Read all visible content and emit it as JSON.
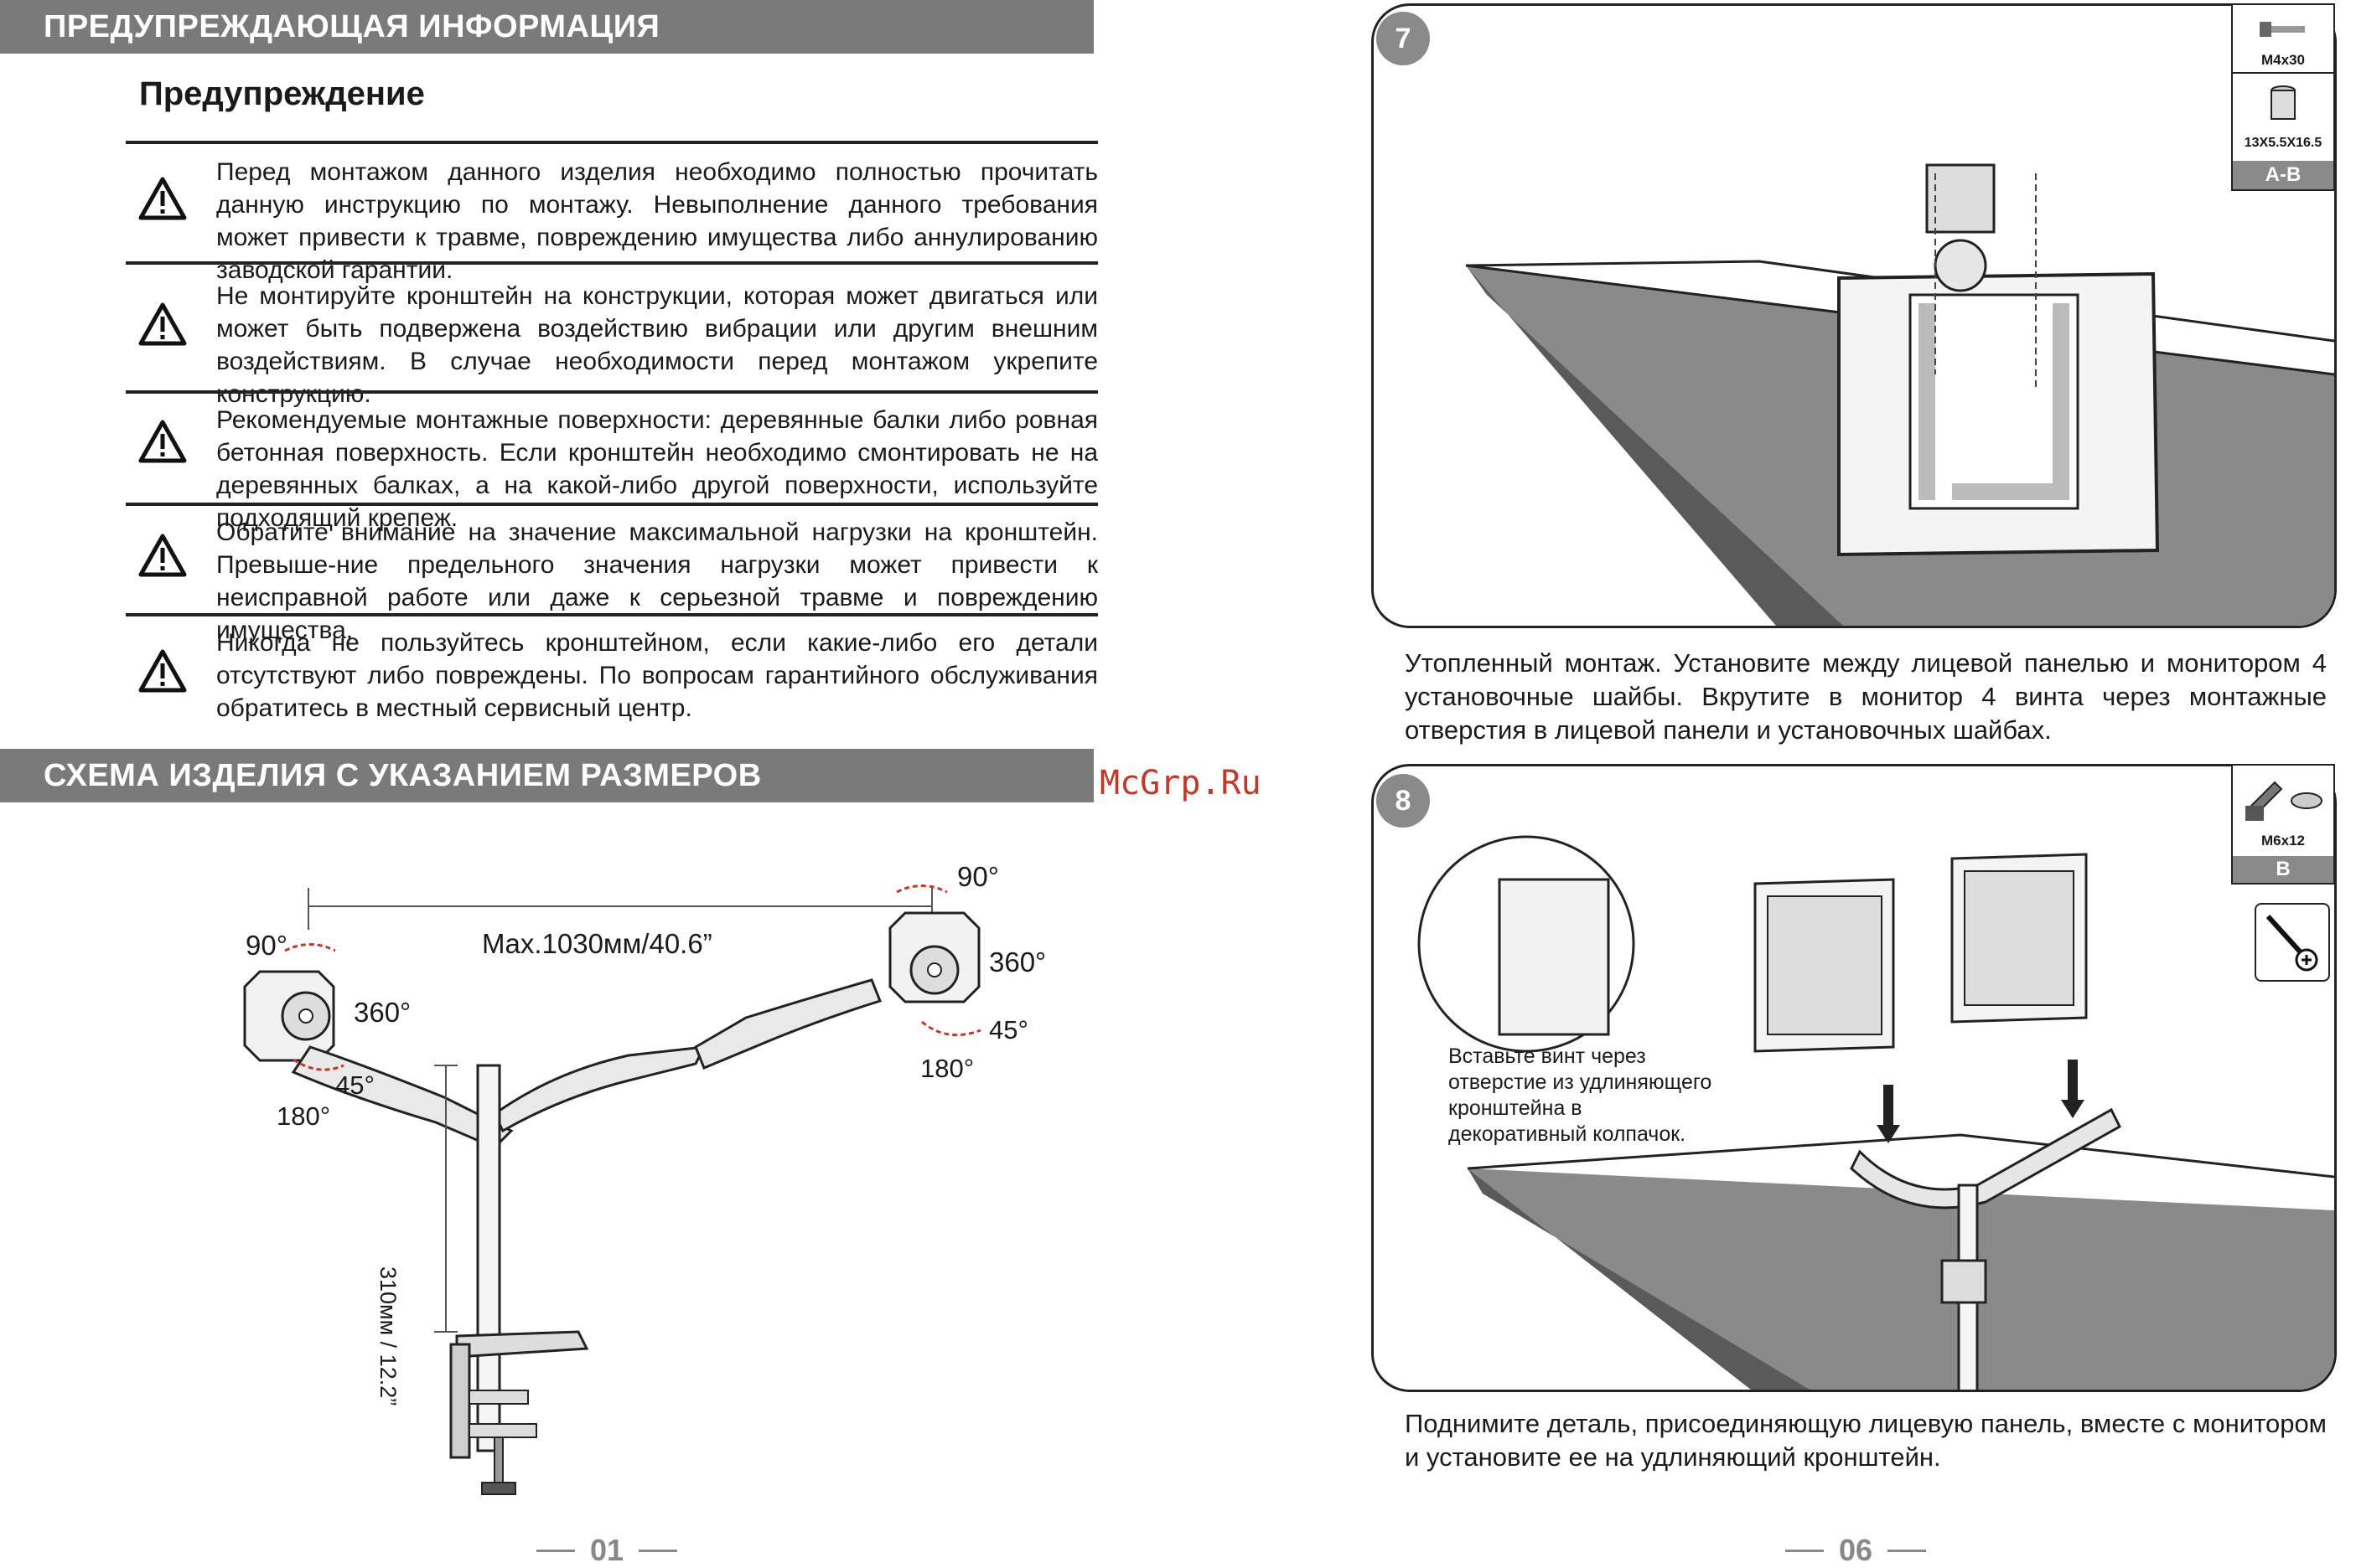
{
  "left_page": {
    "section1_title": "ПРЕДУПРЕЖДАЮЩАЯ ИНФОРМАЦИЯ",
    "warning_heading": "Предупреждение",
    "warnings": [
      "Перед монтажом данного изделия необходимо полностью прочитать данную инструкцию по монтажу. Невыполнение данного требования может привести к травме, повреждению имущества либо аннулированию заводской гарантии.",
      "Не монтируйте кронштейн на конструкции, которая может двигаться или может быть подвержена воздействию вибрации или другим внешним воздействиям. В случае необходимости перед монтажом укрепите конструкцию.",
      "Рекомендуемые монтажные поверхности: деревянные балки либо ровная бетонная поверхность. Если кронштейн необходимо смонтировать не на деревянных балках, а на какой-либо другой поверхности, используйте подходящий крепеж.",
      "Обратите внимание на значение максимальной нагрузки на кронштейн. Превыше-ние предельного значения нагрузки может привести к неисправной работе или даже к серьезной травме и повреждению имущества.",
      "Никогда не пользуйтесь кронштейном, если какие-либо его детали отсутствуют либо повреждены. По вопросам гарантийного обслуживания обратитесь в местный сервисный центр."
    ],
    "section2_title": "СХЕМА ИЗДЕЛИЯ С УКАЗАНИЕМ РАЗМЕРОВ",
    "diagram": {
      "max_span": "Max.1030мм/40.6”",
      "height": "310мм / 12.2”",
      "left_head": {
        "tilt_up": "90°",
        "rotate": "360°",
        "swivel": "45°",
        "turn": "180°"
      },
      "right_head": {
        "tilt_up": "90°",
        "rotate": "360°",
        "swivel": "45°",
        "turn": "180°"
      }
    },
    "page_number": "01"
  },
  "watermark": "McGrp.Ru",
  "right_page": {
    "step7": {
      "number": "7",
      "parts": [
        {
          "name": "M4x30"
        },
        {
          "name": "13X5.5X16.5"
        }
      ],
      "parts_label": "A-B",
      "caption": "Утопленный монтаж. Установите между лицевой панелью и монитором 4 установочные шайбы. Вкрутите в монитор 4 винта через монтажные отверстия в лицевой панели и установочных шайбах."
    },
    "step8": {
      "number": "8",
      "parts": [
        {
          "name": "M6x12"
        }
      ],
      "parts_label": "B",
      "inset_note": "Вставьте винт через отверстие из удлиняющего кронштейна в декоративный колпачок.",
      "caption": "Поднимите деталь, присоединяющую лицевую панель, вместе с монитором и установите ее на удлиняющий кронштейн."
    },
    "page_number": "06"
  }
}
